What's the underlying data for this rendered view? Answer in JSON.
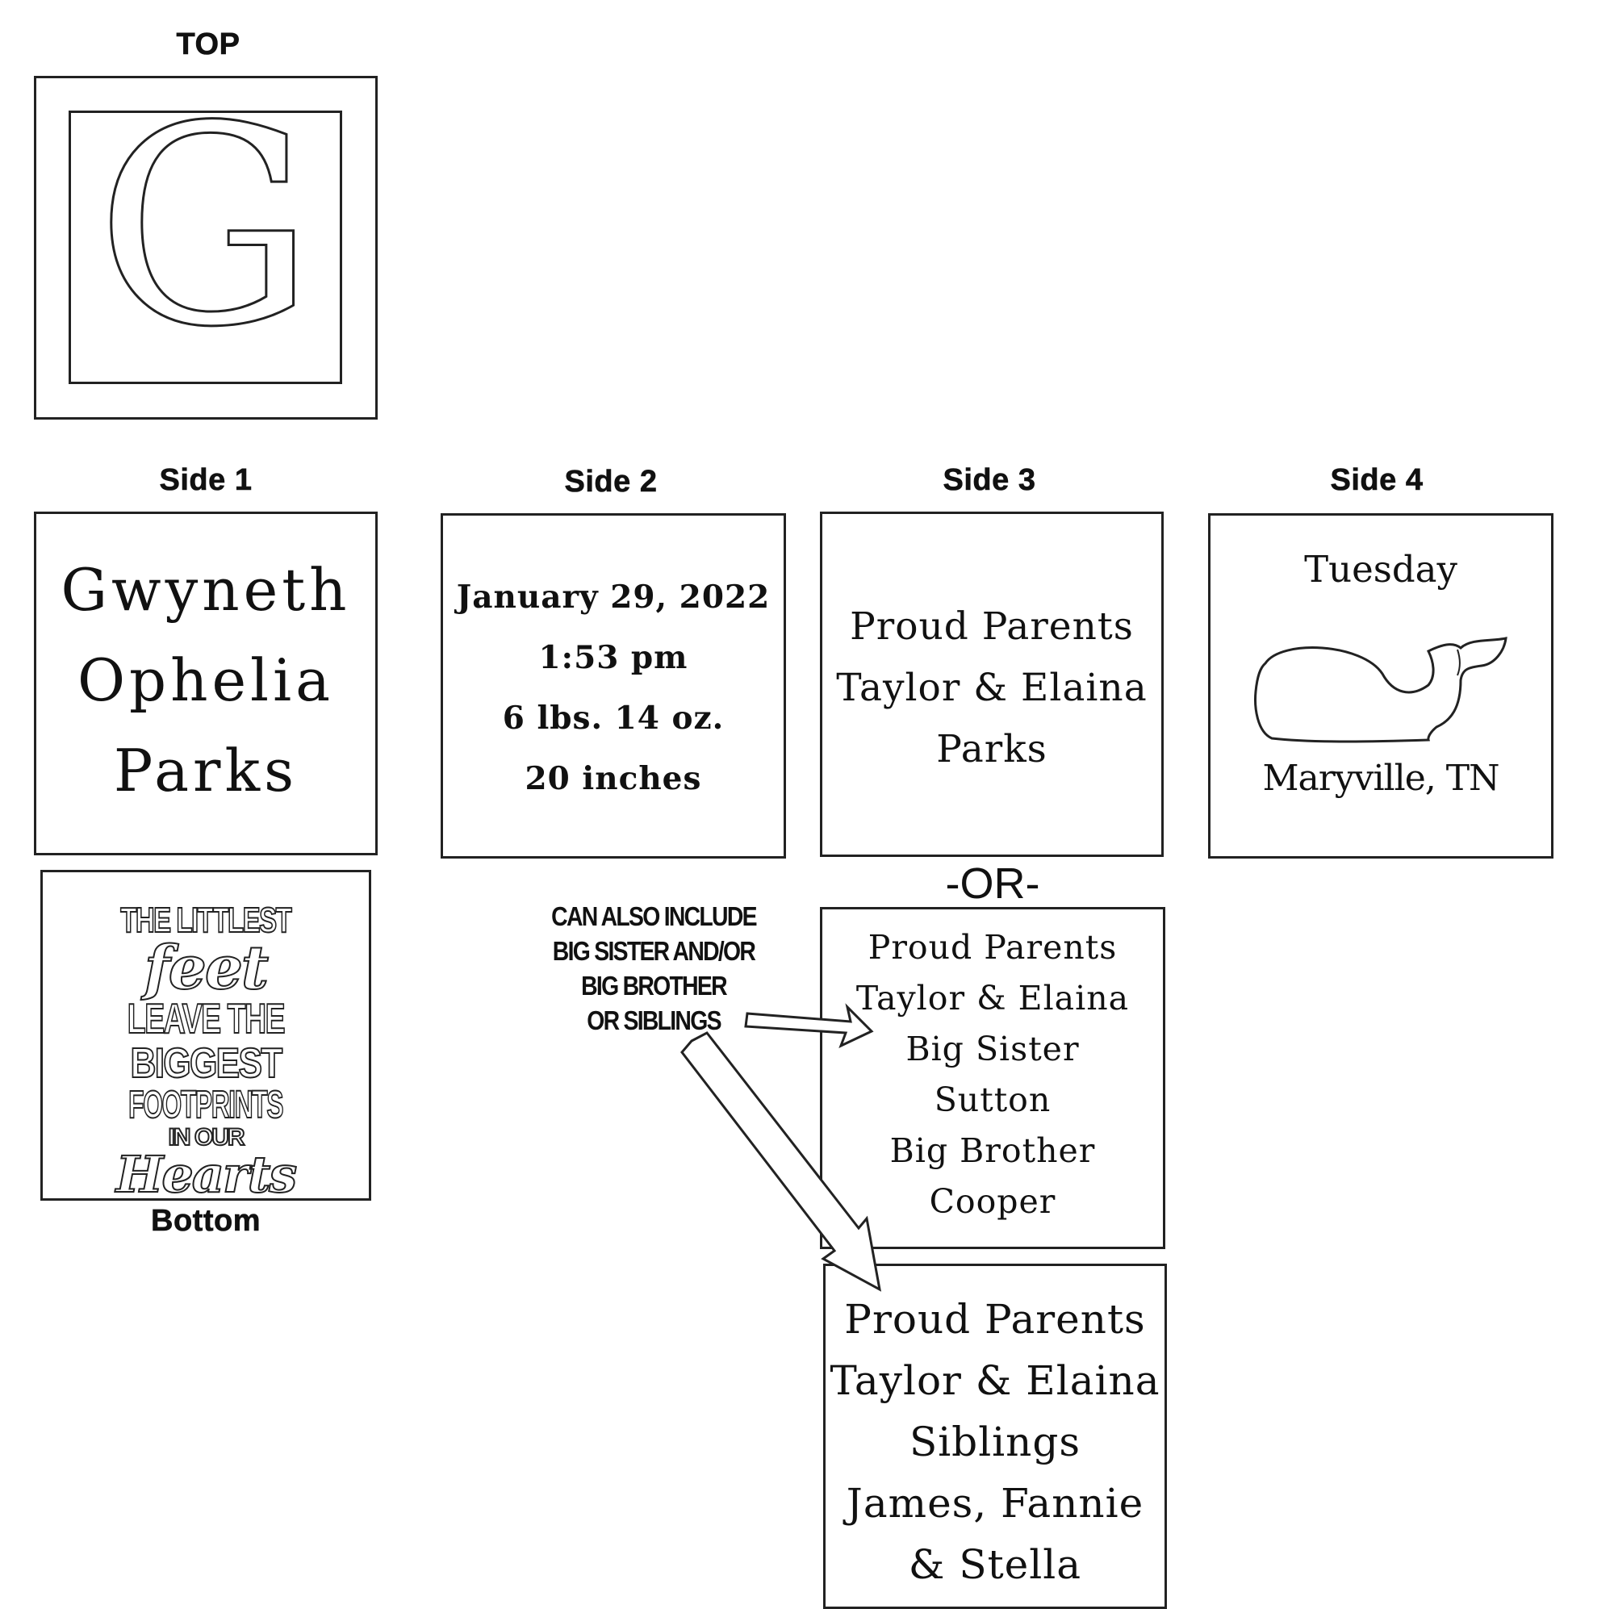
{
  "labels": {
    "top": "TOP",
    "side1": "Side 1",
    "side2": "Side 2",
    "side3": "Side 3",
    "side4": "Side 4",
    "bottom": "Bottom"
  },
  "top_monogram": "G",
  "side1_lines": [
    "Gwyneth",
    "Ophelia",
    "Parks"
  ],
  "side2_lines": [
    "January 29, 2022",
    "1:53 pm",
    "6 lbs. 14 oz.",
    "20 inches"
  ],
  "side3_lines": [
    "Proud Parents",
    "Taylor & Elaina",
    "Parks"
  ],
  "side4": {
    "top_text": "Tuesday",
    "icon": "whale-icon",
    "bottom_text": "Maryville, TN"
  },
  "or_separator": "-OR-",
  "option_big_siblings_lines": [
    "Proud Parents",
    "Taylor & Elaina",
    "Big Sister",
    "Sutton",
    "Big Brother",
    "Cooper"
  ],
  "option_siblings_lines": [
    "Proud Parents",
    "Taylor & Elaina",
    "Siblings",
    "James, Fannie",
    "& Stella"
  ],
  "note_lines": [
    "CAN ALSO INCLUDE",
    "BIG SISTER AND/OR",
    "BIG BROTHER",
    "OR SIBLINGS"
  ],
  "bottom_art_lines": [
    "THE LITTLEST",
    "feet",
    "LEAVE THE",
    "BIGGEST",
    "FOOTPRINTS",
    "IN OUR",
    "Hearts"
  ]
}
